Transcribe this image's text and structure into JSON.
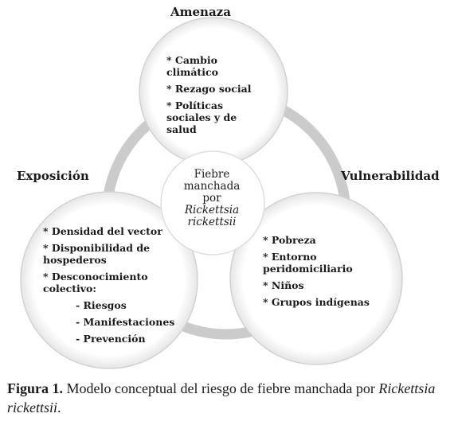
{
  "labels": {
    "amenaza": "Amenaza",
    "exposicion": "Exposición",
    "vulnerabilidad": "Vulnerabilidad"
  },
  "center": {
    "line1": "Fiebre",
    "line2": "manchada",
    "line3": "por",
    "line4": "Rickettsia",
    "line5": "rickettsii"
  },
  "amenaza_items": [
    "* Cambio climático",
    "* Rezago social",
    "* Políticas sociales y de salud"
  ],
  "exposicion_items": [
    "* Densidad del vector",
    "* Disponibilidad de hospederos",
    "* Desconocimiento colectivo:"
  ],
  "exposicion_subitems": [
    "- Riesgos",
    "- Manifestaciones",
    "- Prevención"
  ],
  "vulnerabilidad_items": [
    "* Pobreza",
    "* Entorno peridomiciliario",
    "* Niños",
    "* Grupos indígenas"
  ],
  "caption": {
    "figure_label": "Figura 1.",
    "text": " Modelo conceptual del riesgo de fiebre manchada por ",
    "species": "Rickettsia rickettsii",
    "end": "."
  },
  "colors": {
    "ring": "#c9c9c9",
    "circle_fill": "#ffffff",
    "circle_stroke": "#cfcfcf"
  }
}
